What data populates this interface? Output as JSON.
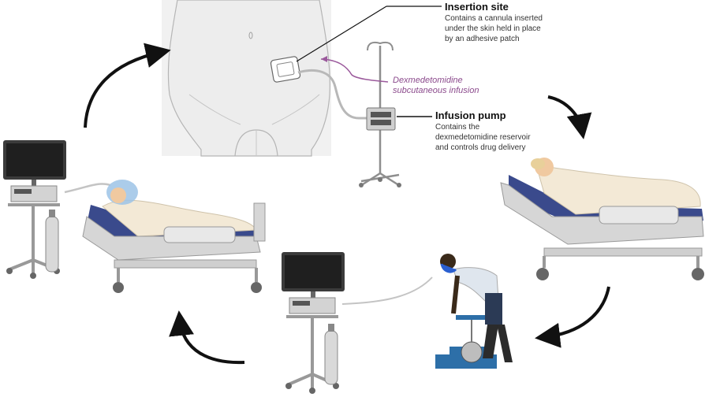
{
  "labels": {
    "insertion_site": {
      "title": "Insertion site",
      "description_lines": [
        "Contains a cannula inserted",
        "under the skin held in place",
        "by an adhesive patch"
      ]
    },
    "infusion_pump": {
      "title": "Infusion pump",
      "description_lines": [
        "Contains the",
        "dexmedetomidine reservoir",
        "and controls drug delivery"
      ]
    },
    "drug": {
      "lines": [
        "Dexmedetomidine",
        "subcutaneous infusion"
      ]
    }
  },
  "colors": {
    "body_skin": "#ededed",
    "panel": "#f1f1f1",
    "outline": "#9a9a9a",
    "arrow": "#111111",
    "drug_line": "#9b5a9c",
    "mattress": "#3a4a8c",
    "bed_frame": "#d6d6d6",
    "sheet": "#f3e9d6",
    "skin_tone": "#f0c9a0",
    "mask": "#9cc3e6",
    "shirt": "#dfe6ee",
    "shorts": "#2b3a55",
    "pedestal": "#2d6fa8",
    "vr_mask": "#2a5fd0"
  },
  "icons": [
    "cycle-arrow-icon",
    "iv-pole-icon",
    "monitor-icon",
    "gas-cylinder-icon",
    "hospital-bed-icon",
    "cannula-patch-icon"
  ]
}
